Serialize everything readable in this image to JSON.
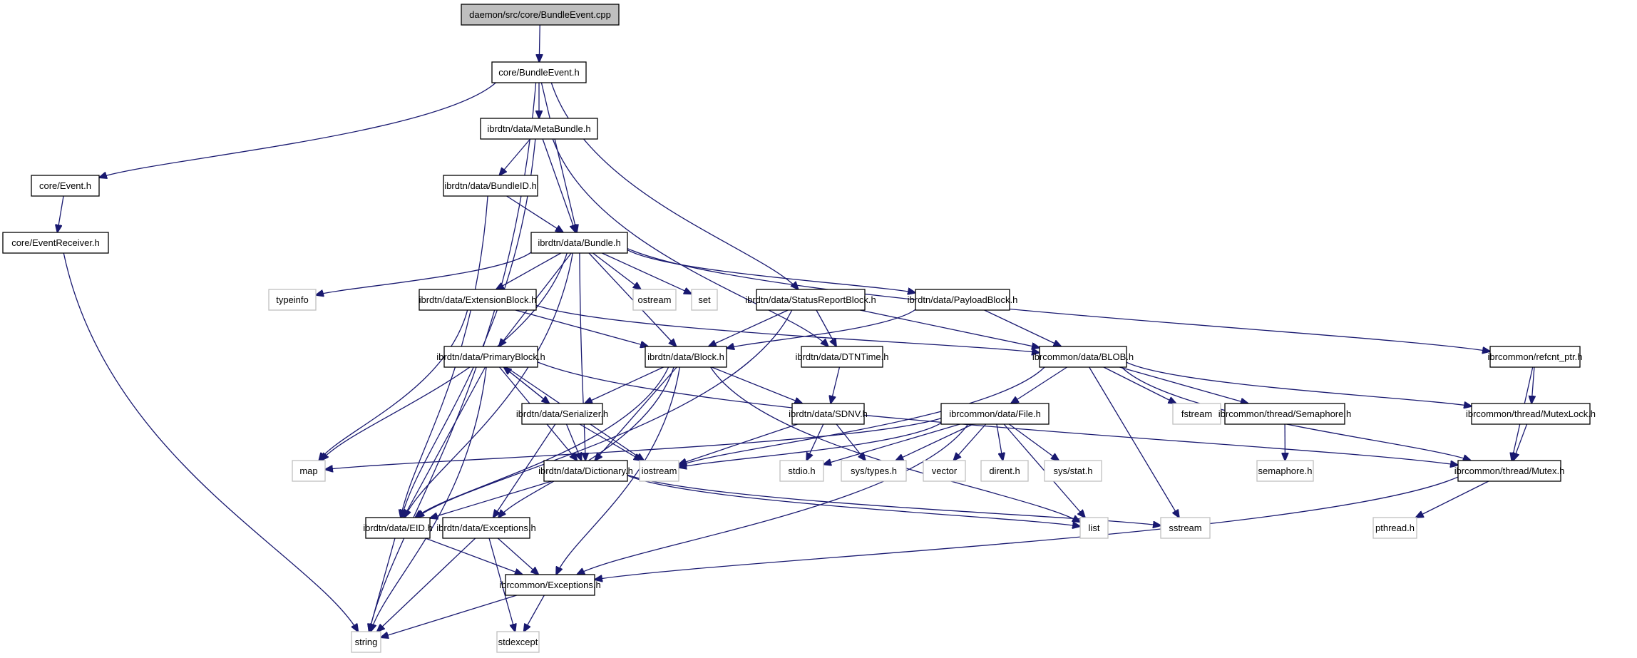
{
  "title": "daemon/src/core/BundleEvent.cpp include dependency graph",
  "colors": {
    "edge": "#191970",
    "root_fill": "#bfbfbf",
    "project_border": "#000000",
    "system_border": "#bfbfbf"
  },
  "nodes": [
    {
      "id": "root",
      "label": "daemon/src/core/BundleEvent.cpp",
      "kind": "root"
    },
    {
      "id": "bundleevent_h",
      "label": "core/BundleEvent.h",
      "kind": "project"
    },
    {
      "id": "metabundle",
      "label": "ibrdtn/data/MetaBundle.h",
      "kind": "project"
    },
    {
      "id": "event_h",
      "label": "core/Event.h",
      "kind": "project"
    },
    {
      "id": "eventreceiver",
      "label": "core/EventReceiver.h",
      "kind": "project"
    },
    {
      "id": "bundleid",
      "label": "ibrdtn/data/BundleID.h",
      "kind": "project"
    },
    {
      "id": "bundle",
      "label": "ibrdtn/data/Bundle.h",
      "kind": "project"
    },
    {
      "id": "typeinfo",
      "label": "typeinfo",
      "kind": "system"
    },
    {
      "id": "extensionblock",
      "label": "ibrdtn/data/ExtensionBlock.h",
      "kind": "project"
    },
    {
      "id": "ostream",
      "label": "ostream",
      "kind": "system"
    },
    {
      "id": "set",
      "label": "set",
      "kind": "system"
    },
    {
      "id": "statusreport",
      "label": "ibrdtn/data/StatusReportBlock.h",
      "kind": "project"
    },
    {
      "id": "payloadblock",
      "label": "ibrdtn/data/PayloadBlock.h",
      "kind": "project"
    },
    {
      "id": "refcnt",
      "label": "ibrcommon/refcnt_ptr.h",
      "kind": "project"
    },
    {
      "id": "primaryblock",
      "label": "ibrdtn/data/PrimaryBlock.h",
      "kind": "project"
    },
    {
      "id": "block",
      "label": "ibrdtn/data/Block.h",
      "kind": "project"
    },
    {
      "id": "dtntime",
      "label": "ibrdtn/data/DTNTime.h",
      "kind": "project"
    },
    {
      "id": "blob",
      "label": "ibrcommon/data/BLOB.h",
      "kind": "project"
    },
    {
      "id": "serializer",
      "label": "ibrdtn/data/Serializer.h",
      "kind": "project"
    },
    {
      "id": "sdnv",
      "label": "ibrdtn/data/SDNV.h",
      "kind": "project"
    },
    {
      "id": "file",
      "label": "ibrcommon/data/File.h",
      "kind": "project"
    },
    {
      "id": "fstream",
      "label": "fstream",
      "kind": "system"
    },
    {
      "id": "semaphore_h",
      "label": "ibrcommon/thread/Semaphore.h",
      "kind": "project"
    },
    {
      "id": "mutexlock",
      "label": "ibrcommon/thread/MutexLock.h",
      "kind": "project"
    },
    {
      "id": "map",
      "label": "map",
      "kind": "system"
    },
    {
      "id": "dictionary",
      "label": "ibrdtn/data/Dictionary.h",
      "kind": "project"
    },
    {
      "id": "iostream",
      "label": "iostream",
      "kind": "system"
    },
    {
      "id": "stdio",
      "label": "stdio.h",
      "kind": "system"
    },
    {
      "id": "systypes",
      "label": "sys/types.h",
      "kind": "system"
    },
    {
      "id": "vector",
      "label": "vector",
      "kind": "system"
    },
    {
      "id": "dirent",
      "label": "dirent.h",
      "kind": "system"
    },
    {
      "id": "sysstat",
      "label": "sys/stat.h",
      "kind": "system"
    },
    {
      "id": "semaphore_sys",
      "label": "semaphore.h",
      "kind": "system"
    },
    {
      "id": "mutex",
      "label": "ibrcommon/thread/Mutex.h",
      "kind": "project"
    },
    {
      "id": "eid",
      "label": "ibrdtn/data/EID.h",
      "kind": "project"
    },
    {
      "id": "dtnexceptions",
      "label": "ibrdtn/data/Exceptions.h",
      "kind": "project"
    },
    {
      "id": "list",
      "label": "list",
      "kind": "system"
    },
    {
      "id": "sstream",
      "label": "sstream",
      "kind": "system"
    },
    {
      "id": "pthread",
      "label": "pthread.h",
      "kind": "system"
    },
    {
      "id": "commonexceptions",
      "label": "ibrcommon/Exceptions.h",
      "kind": "project"
    },
    {
      "id": "string",
      "label": "string",
      "kind": "system"
    },
    {
      "id": "stdexcept",
      "label": "stdexcept",
      "kind": "system"
    }
  ],
  "edges": [
    [
      "root",
      "bundleevent_h"
    ],
    [
      "bundleevent_h",
      "metabundle"
    ],
    [
      "bundleevent_h",
      "event_h"
    ],
    [
      "bundleevent_h",
      "string"
    ],
    [
      "bundleevent_h",
      "bundle"
    ],
    [
      "bundleevent_h",
      "statusreport"
    ],
    [
      "event_h",
      "eventreceiver"
    ],
    [
      "eventreceiver",
      "string"
    ],
    [
      "metabundle",
      "bundleid"
    ],
    [
      "metabundle",
      "bundle"
    ],
    [
      "metabundle",
      "eid"
    ],
    [
      "metabundle",
      "dtntime"
    ],
    [
      "bundleid",
      "bundle"
    ],
    [
      "bundleid",
      "eid"
    ],
    [
      "bundle",
      "typeinfo"
    ],
    [
      "bundle",
      "extensionblock"
    ],
    [
      "bundle",
      "ostream"
    ],
    [
      "bundle",
      "set"
    ],
    [
      "bundle",
      "payloadblock"
    ],
    [
      "bundle",
      "refcnt"
    ],
    [
      "bundle",
      "primaryblock"
    ],
    [
      "bundle",
      "block"
    ],
    [
      "bundle",
      "map"
    ],
    [
      "bundle",
      "eid"
    ],
    [
      "bundle",
      "dictionary"
    ],
    [
      "extensionblock",
      "block"
    ],
    [
      "extensionblock",
      "blob"
    ],
    [
      "extensionblock",
      "map"
    ],
    [
      "statusreport",
      "block"
    ],
    [
      "statusreport",
      "dtntime"
    ],
    [
      "statusreport",
      "blob"
    ],
    [
      "statusreport",
      "eid"
    ],
    [
      "payloadblock",
      "block"
    ],
    [
      "payloadblock",
      "blob"
    ],
    [
      "refcnt",
      "mutexlock"
    ],
    [
      "refcnt",
      "mutex"
    ],
    [
      "primaryblock",
      "serializer"
    ],
    [
      "primaryblock",
      "dictionary"
    ],
    [
      "primaryblock",
      "iostream"
    ],
    [
      "primaryblock",
      "eid"
    ],
    [
      "primaryblock",
      "string"
    ],
    [
      "primaryblock",
      "mutex"
    ],
    [
      "block",
      "serializer"
    ],
    [
      "block",
      "sdnv"
    ],
    [
      "block",
      "dictionary"
    ],
    [
      "block",
      "eid"
    ],
    [
      "block",
      "dtnexceptions"
    ],
    [
      "block",
      "list"
    ],
    [
      "block",
      "commonexceptions"
    ],
    [
      "dtntime",
      "sdnv"
    ],
    [
      "serializer",
      "primaryblock"
    ],
    [
      "serializer",
      "dictionary"
    ],
    [
      "serializer",
      "iostream"
    ],
    [
      "serializer",
      "dtnexceptions"
    ],
    [
      "sdnv",
      "iostream"
    ],
    [
      "sdnv",
      "stdio"
    ],
    [
      "sdnv",
      "systypes"
    ],
    [
      "blob",
      "file"
    ],
    [
      "blob",
      "fstream"
    ],
    [
      "blob",
      "semaphore_h"
    ],
    [
      "blob",
      "mutexlock"
    ],
    [
      "blob",
      "mutex"
    ],
    [
      "blob",
      "iostream"
    ],
    [
      "blob",
      "sstream"
    ],
    [
      "file",
      "map"
    ],
    [
      "file",
      "iostream"
    ],
    [
      "file",
      "stdio"
    ],
    [
      "file",
      "systypes"
    ],
    [
      "file",
      "vector"
    ],
    [
      "file",
      "dirent"
    ],
    [
      "file",
      "sysstat"
    ],
    [
      "file",
      "list"
    ],
    [
      "file",
      "commonexceptions"
    ],
    [
      "semaphore_h",
      "semaphore_sys"
    ],
    [
      "mutexlock",
      "mutex"
    ],
    [
      "mutex",
      "pthread"
    ],
    [
      "mutex",
      "commonexceptions"
    ],
    [
      "dictionary",
      "eid"
    ],
    [
      "dictionary",
      "list"
    ],
    [
      "dictionary",
      "sstream"
    ],
    [
      "eid",
      "string"
    ],
    [
      "eid",
      "commonexceptions"
    ],
    [
      "dtnexceptions",
      "commonexceptions"
    ],
    [
      "dtnexceptions",
      "string"
    ],
    [
      "dtnexceptions",
      "stdexcept"
    ],
    [
      "commonexceptions",
      "string"
    ],
    [
      "commonexceptions",
      "stdexcept"
    ]
  ]
}
